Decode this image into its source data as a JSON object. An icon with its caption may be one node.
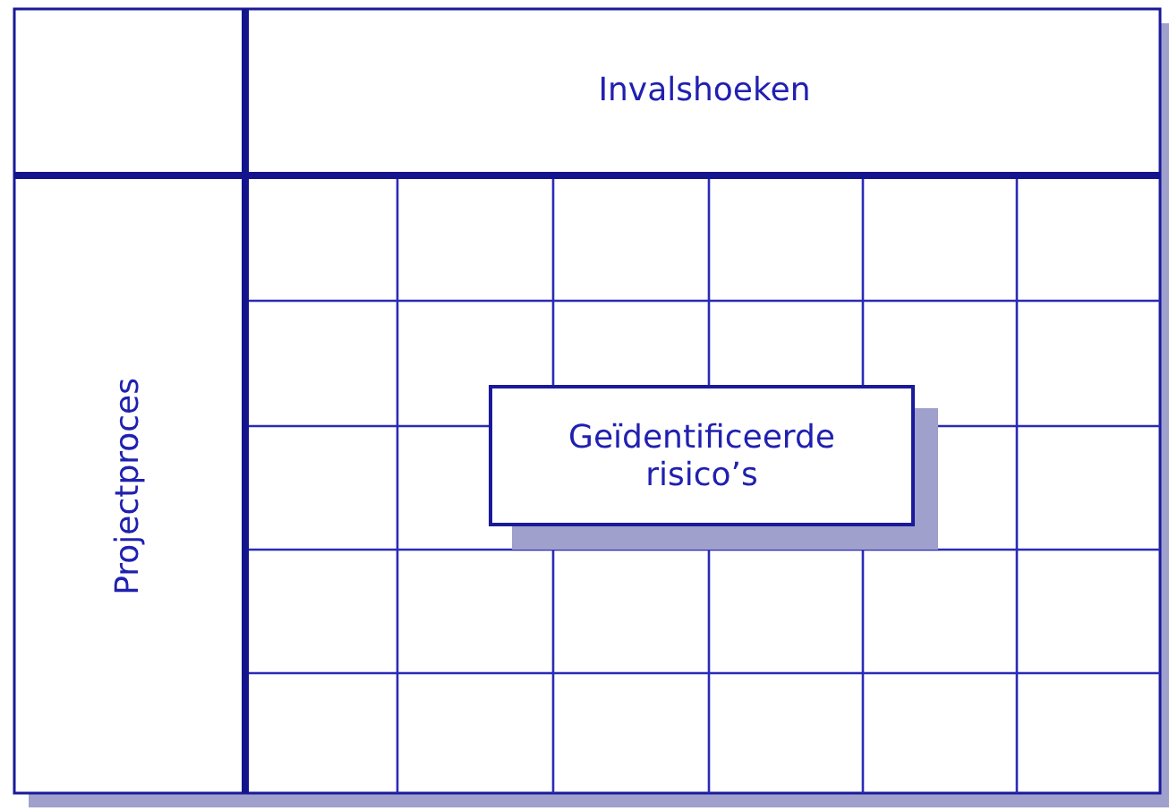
{
  "diagram": {
    "nodes": [
      {
        "text": [
          "Invalshoeken"
        ]
      },
      {
        "text": [
          "Projectproces"
        ]
      },
      {
        "text": [
          "Geïdentificeerde risico’s"
        ]
      }
    ]
  }
}
